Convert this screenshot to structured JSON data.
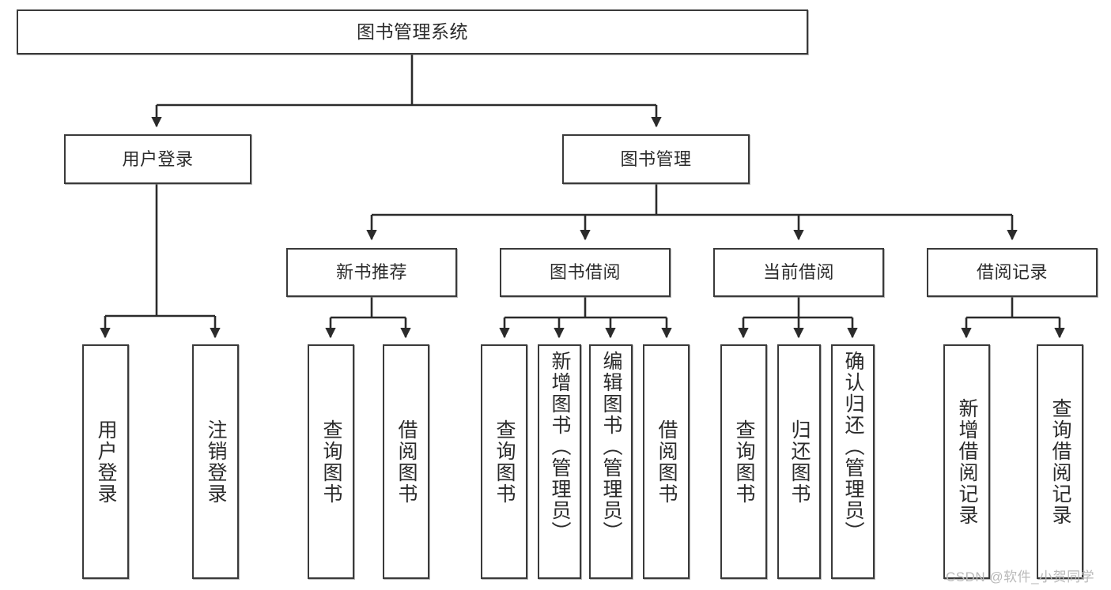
{
  "diagram": {
    "type": "tree-hierarchy-chart",
    "title": "图书管理系统",
    "background_color": "#ffffff",
    "node_border_color": "#3a3a3a",
    "node_fill_color": "#ffffff",
    "edge_color": "#2b2b2b"
  },
  "nodes": {
    "root": {
      "label": "图书管理系统",
      "level": 1
    },
    "l2": [
      {
        "id": "user-login",
        "label": "用户登录",
        "level": 2
      },
      {
        "id": "book-manage",
        "label": "图书管理",
        "level": 2
      }
    ],
    "l3": [
      {
        "id": "new-book-recommend",
        "label": "新书推荐",
        "level": 3
      },
      {
        "id": "book-borrow",
        "label": "图书借阅",
        "level": 3
      },
      {
        "id": "current-borrow",
        "label": "当前借阅",
        "level": 3
      },
      {
        "id": "borrow-record",
        "label": "借阅记录",
        "level": 3
      }
    ],
    "l4": [
      {
        "id": "leaf-user-login",
        "label": "用户登录",
        "parent": "user-login"
      },
      {
        "id": "leaf-logout-login",
        "label": "注销登录",
        "parent": "user-login"
      },
      {
        "id": "leaf-query-book-1",
        "label": "查询图书",
        "parent": "new-book-recommend"
      },
      {
        "id": "leaf-borrow-book-1",
        "label": "借阅图书",
        "parent": "new-book-recommend"
      },
      {
        "id": "leaf-query-book-2",
        "label": "查询图书",
        "parent": "book-borrow"
      },
      {
        "id": "leaf-add-book",
        "label": "新增图书（管理员）",
        "parent": "book-borrow"
      },
      {
        "id": "leaf-edit-book",
        "label": "编辑图书（管理员）",
        "parent": "book-borrow"
      },
      {
        "id": "leaf-borrow-book-2",
        "label": "借阅图书",
        "parent": "book-borrow"
      },
      {
        "id": "leaf-query-book-3",
        "label": "查询图书",
        "parent": "current-borrow"
      },
      {
        "id": "leaf-return-book",
        "label": "归还图书",
        "parent": "current-borrow"
      },
      {
        "id": "leaf-confirm-return",
        "label": "确认归还（管理员）",
        "parent": "current-borrow"
      },
      {
        "id": "leaf-add-record",
        "label": "新增借阅记录",
        "parent": "borrow-record"
      },
      {
        "id": "leaf-query-record",
        "label": "查询借阅记录",
        "parent": "borrow-record"
      }
    ]
  },
  "watermark": {
    "text": "CSDN @软件_小贺同学"
  }
}
